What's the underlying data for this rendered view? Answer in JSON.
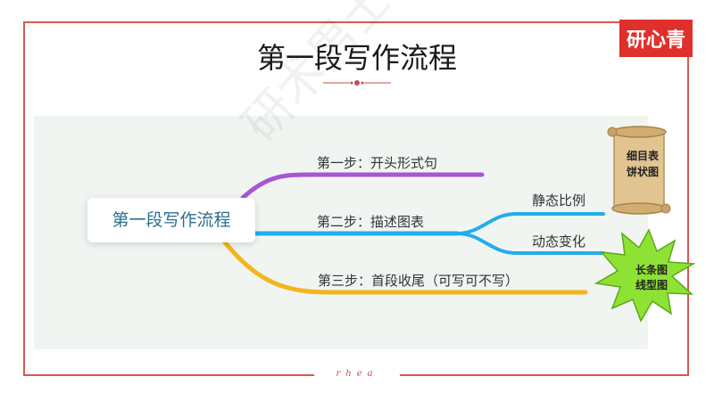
{
  "title": "第一段写作流程",
  "logo_text": "研心青",
  "watermark": "研术男士子",
  "footer": "rhea",
  "central_node": "第一段写作流程",
  "steps": [
    {
      "label": "第一步：开头形式句"
    },
    {
      "label": "第二步：描述图表",
      "children": [
        "静态比例",
        "动态变化"
      ]
    },
    {
      "label": "第三步：首段收尾（可写可不写）"
    }
  ],
  "callouts": {
    "static": [
      "细目表",
      "饼状图"
    ],
    "dynamic": [
      "长条图",
      "线型图"
    ]
  },
  "colors": {
    "frame": "#d9574f",
    "step1_branch": "#a855d6",
    "step2_branch": "#22aee8",
    "step3_branch": "#f2b51c",
    "central_text": "#2c6e8f",
    "scroll": "#e2c490",
    "star": "#8ee234",
    "logo": "#e0302b"
  }
}
